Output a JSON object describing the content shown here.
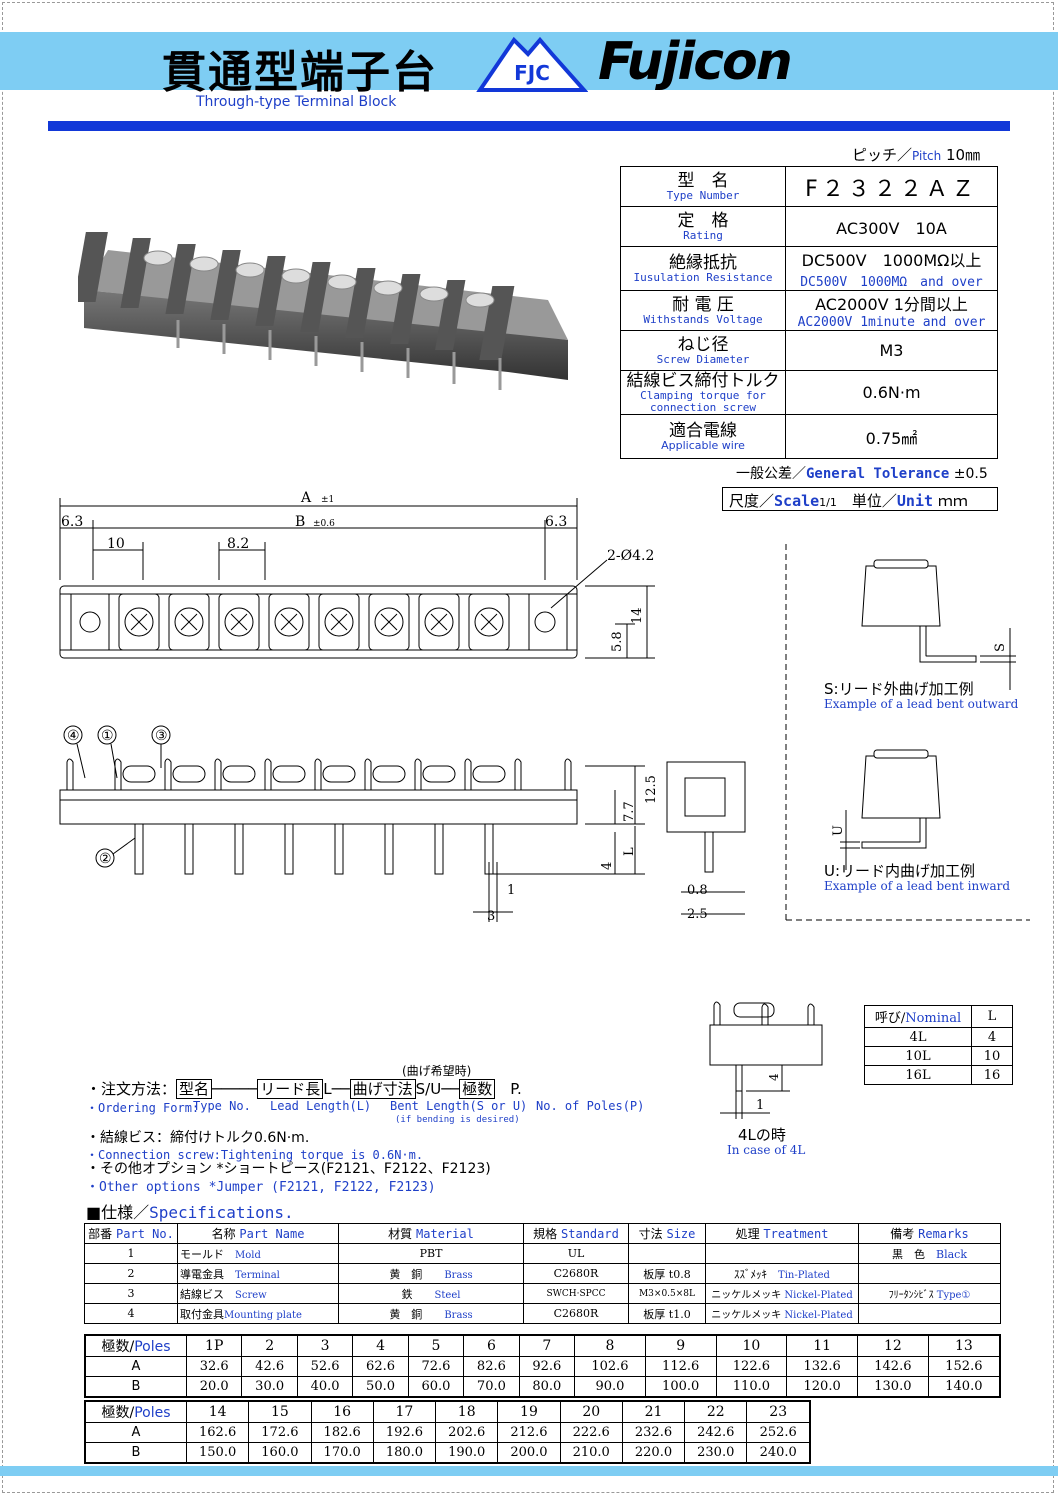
{
  "header": {
    "title_jp": "貫通型端子台",
    "subtitle": "Through-type Terminal Block",
    "logo_fjc": "FJC",
    "logo_brand": "Fujicon"
  },
  "pitch": {
    "jp": "ピッチ／",
    "en": "Pitch",
    "value": "10㎜"
  },
  "ratings": [
    {
      "jp": "型　名",
      "en": "Type Number",
      "value": "F２３２２ＡＺ"
    },
    {
      "jp": "定　格",
      "en": "Rating",
      "value": "AC300V　10A"
    },
    {
      "jp": "絶縁抵抗",
      "en": "Iusulation Resistance",
      "value": "DC500V　1000MΩ以上",
      "value_en": "DC500V　1000MΩ　and over"
    },
    {
      "jp": "耐 電 圧",
      "en": "Withstands Voltage",
      "value": "AC2000V 1分間以上",
      "value_en": "AC2000V 1minute and over"
    },
    {
      "jp": "ねじ径",
      "en": "Screw Diameter",
      "value": "M3"
    },
    {
      "jp": "結線ビス締付トルク",
      "en": "Clamping torque for connection screw",
      "value": "0.6N·m"
    },
    {
      "jp": "適合電線",
      "en": "Applicable wire",
      "value": "0.75㎟"
    }
  ],
  "tolerance": {
    "jp": "一般公差／",
    "en": "General Tolerance",
    "value": "±0.5"
  },
  "scale": {
    "jp1": "尺度／",
    "en1": "Scale",
    "v1": "1/1",
    "jp2": "単位／",
    "en2": "Unit",
    "v2": "ｍｍ"
  },
  "dims": {
    "A": "A",
    "A_tol": "±1",
    "B": "B",
    "B_tol": "±0.6",
    "d63a": "6.3",
    "d63b": "6.3",
    "d10": "10",
    "d82": "8.2",
    "hole": "2-Ø4.2",
    "d14": "14",
    "d58": "5.8",
    "d125": "12.5",
    "d77": "7.7",
    "dL": "L",
    "d4": "4",
    "d1": "1",
    "d3": "3",
    "d08": "0.8",
    "d25": "2.5",
    "dS": "S",
    "dU": "U",
    "d4b": "4",
    "d1b": "1"
  },
  "callouts": [
    "④",
    "①",
    "③",
    "②"
  ],
  "bend_s": {
    "jp": "S:リード外曲げ加工例",
    "en": "Example of a lead bent outward"
  },
  "bend_u": {
    "jp": "U:リード内曲げ加工例",
    "en": "Example of a lead bent inward"
  },
  "case4l": {
    "jp": "4Lの時",
    "en": "In case of 4L"
  },
  "nominal": {
    "head_jp": "呼び/",
    "head_en": "Nominal",
    "head_l": "L",
    "rows": [
      [
        "4L",
        "4"
      ],
      [
        "10L",
        "10"
      ],
      [
        "16L",
        "16"
      ]
    ]
  },
  "ordering": {
    "bending_note": "(曲げ希望時)",
    "prefix": "・注文方法：",
    "box1": "型名",
    "box2": "リード長",
    "mid1": "L",
    "box3": "曲げ寸法",
    "mid2": "S/U",
    "box4": "極数",
    "suffix": "P.",
    "en_prefix": "・Ordering Form:",
    "en1": "Type No.",
    "en2": "Lead Length(L)",
    "en3": "Bent Length(S or U)",
    "en3b": "(if bending is desired)",
    "en4": "No. of Poles(P)"
  },
  "notes": [
    {
      "text": "・結線ビス：締付けトルク0.6N·m.",
      "color": "#000"
    },
    {
      "text": "・Connection screw:Tightening torque is 0.6N·m.",
      "color": "#1e3fc8"
    },
    {
      "text": "・その他オプション *ショートピース(F2121、F2122、F2123)",
      "color": "#000"
    },
    {
      "text": "・Other options *Jumper (F2121, F2122, F2123)",
      "color": "#1e3fc8"
    }
  ],
  "spec_title": {
    "jp": "■仕様／",
    "en": "Specifications."
  },
  "spec": {
    "headers": [
      {
        "jp": "部番",
        "en": "Part No."
      },
      {
        "jp": "名称",
        "en": "Part Name"
      },
      {
        "jp": "材質",
        "en": "Material"
      },
      {
        "jp": "規格",
        "en": "Standard"
      },
      {
        "jp": "寸法",
        "en": "Size"
      },
      {
        "jp": "処理",
        "en": "Treatment"
      },
      {
        "jp": "備考",
        "en": "Remarks"
      }
    ],
    "rows": [
      {
        "no": "1",
        "name": "モールド",
        "name_en": "Mold",
        "mat": "PBT",
        "mat_en": "",
        "std": "UL",
        "size": "",
        "tr": "",
        "tr_en": "",
        "rem": "黒　色",
        "rem_en": "Black"
      },
      {
        "no": "2",
        "name": "導電金具",
        "name_en": "Terminal",
        "mat": "黄　銅",
        "mat_en": "Brass",
        "std": "C2680R",
        "size": "板厚 t0.8",
        "tr": "ｽｽﾞﾒｯｷ",
        "tr_en": "Tin-Plated",
        "rem": "",
        "rem_en": ""
      },
      {
        "no": "3",
        "name": "結線ビス",
        "name_en": "Screw",
        "mat": "鉄",
        "mat_en": "Steel",
        "std": "SWCH·SPCC",
        "size": "M3×0.5×8L",
        "tr": "ニッケルメッキ",
        "tr_en": "Nickel-Plated",
        "rem": "ﾌﾘｰﾀﾝｼﾋﾞｽ",
        "rem_en": "Type①"
      },
      {
        "no": "4",
        "name": "取付金具",
        "name_en": "Mounting plate",
        "mat": "黄　銅",
        "mat_en": "Brass",
        "std": "C2680R",
        "size": "板厚 t1.0",
        "tr": "ニッケルメッキ",
        "tr_en": "Nickel-Plated",
        "rem": "",
        "rem_en": ""
      }
    ]
  },
  "poles1": {
    "label": "極数/",
    "label_en": "Poles",
    "poles": [
      "1P",
      "2",
      "3",
      "4",
      "5",
      "6",
      "7",
      "8",
      "9",
      "10",
      "11",
      "12",
      "13"
    ],
    "A": [
      "32.6",
      "42.6",
      "52.6",
      "62.6",
      "72.6",
      "82.6",
      "92.6",
      "102.6",
      "112.6",
      "122.6",
      "132.6",
      "142.6",
      "152.6"
    ],
    "B": [
      "20.0",
      "30.0",
      "40.0",
      "50.0",
      "60.0",
      "70.0",
      "80.0",
      "90.0",
      "100.0",
      "110.0",
      "120.0",
      "130.0",
      "140.0"
    ]
  },
  "poles2": {
    "label": "極数/",
    "label_en": "Poles",
    "poles": [
      "14",
      "15",
      "16",
      "17",
      "18",
      "19",
      "20",
      "21",
      "22",
      "23"
    ],
    "A": [
      "162.6",
      "172.6",
      "182.6",
      "192.6",
      "202.6",
      "212.6",
      "222.6",
      "232.6",
      "242.6",
      "252.6"
    ],
    "B": [
      "150.0",
      "160.0",
      "170.0",
      "180.0",
      "190.0",
      "200.0",
      "210.0",
      "220.0",
      "230.0",
      "240.0"
    ]
  },
  "row_labels": {
    "A": "A",
    "B": "B"
  }
}
